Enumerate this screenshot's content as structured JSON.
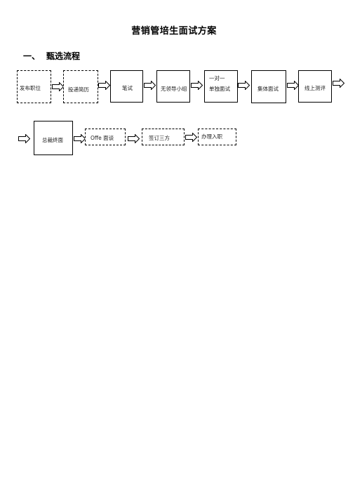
{
  "document": {
    "title": "营销管培生面试方案",
    "section": {
      "number": "一、",
      "title": "甄选流程"
    }
  },
  "flow": {
    "step1": "发布职位",
    "step2": "投递简历",
    "step3": "笔试",
    "step4": "无领导小组",
    "step5_line1": "一对一",
    "step5_line2": "单独面试",
    "step6": "集体面试",
    "step7": "线上测评",
    "step8": "总裁终面",
    "step9": "Offe 面谈",
    "step10": "签订三方",
    "step11": "办理入职"
  }
}
